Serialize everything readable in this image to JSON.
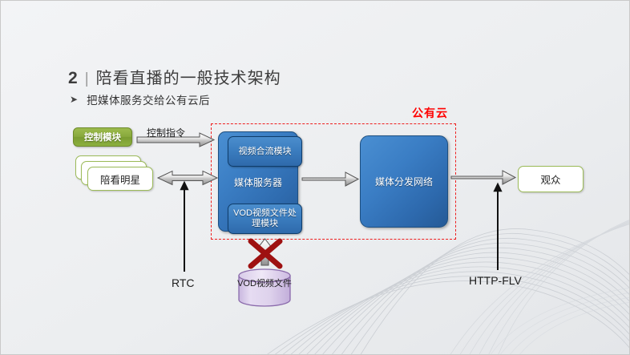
{
  "slide": {
    "background_color": "#eff0f2",
    "border_color": "#c9c9c9"
  },
  "header": {
    "number": "2",
    "separator": "|",
    "title": "陪看直播的一般技术架构",
    "bullet_marker": "➤",
    "bullet_text": "把媒体服务交给公有云后"
  },
  "diagram": {
    "cloud_region": {
      "label": "公有云",
      "label_color": "#ff0000",
      "border_color": "#ee1c1c",
      "border_style": "dashed"
    },
    "nodes": {
      "control_module": {
        "label": "控制模块",
        "fill": "#8cb03f",
        "text_color": "#ffffff"
      },
      "star_stack": {
        "label": "陪看明星",
        "border_color": "#9cbb59",
        "fill": "#ffffff",
        "count": 3
      },
      "media_server": {
        "label": "媒体服务器",
        "fill": "#3b7ec4",
        "text_color": "#ffffff",
        "submodules": [
          {
            "label": "视频合流模块"
          },
          {
            "label": "VOD视频文件处理模块"
          }
        ]
      },
      "cdn": {
        "label": "媒体分发网络",
        "fill": "#3a7dc4",
        "text_color": "#ffffff"
      },
      "viewer": {
        "label": "观众",
        "border_color": "#9cbb59",
        "fill": "#ffffff"
      },
      "vod_storage": {
        "label": "VOD视频文件",
        "fill": "#ded3ec",
        "border_color": "#8a6aab",
        "shape": "cylinder",
        "disabled_marker": "red-x-icon"
      }
    },
    "connectors": {
      "control_command": {
        "label": "控制指令",
        "type": "block-arrow-right"
      },
      "star_bidirectional": {
        "label": "",
        "type": "block-arrow-bidirectional"
      },
      "server_to_cdn": {
        "label": "",
        "type": "block-arrow-right"
      },
      "cdn_to_viewer": {
        "label": "",
        "type": "block-arrow-right"
      },
      "rtc_uplink": {
        "label": "RTC",
        "type": "line-arrow-up"
      },
      "httpflv_downlink": {
        "label": "HTTP-FLV",
        "type": "line-arrow-up"
      },
      "vod_upload_blocked": {
        "label": "",
        "type": "line-arrow-up-crossed"
      }
    }
  }
}
